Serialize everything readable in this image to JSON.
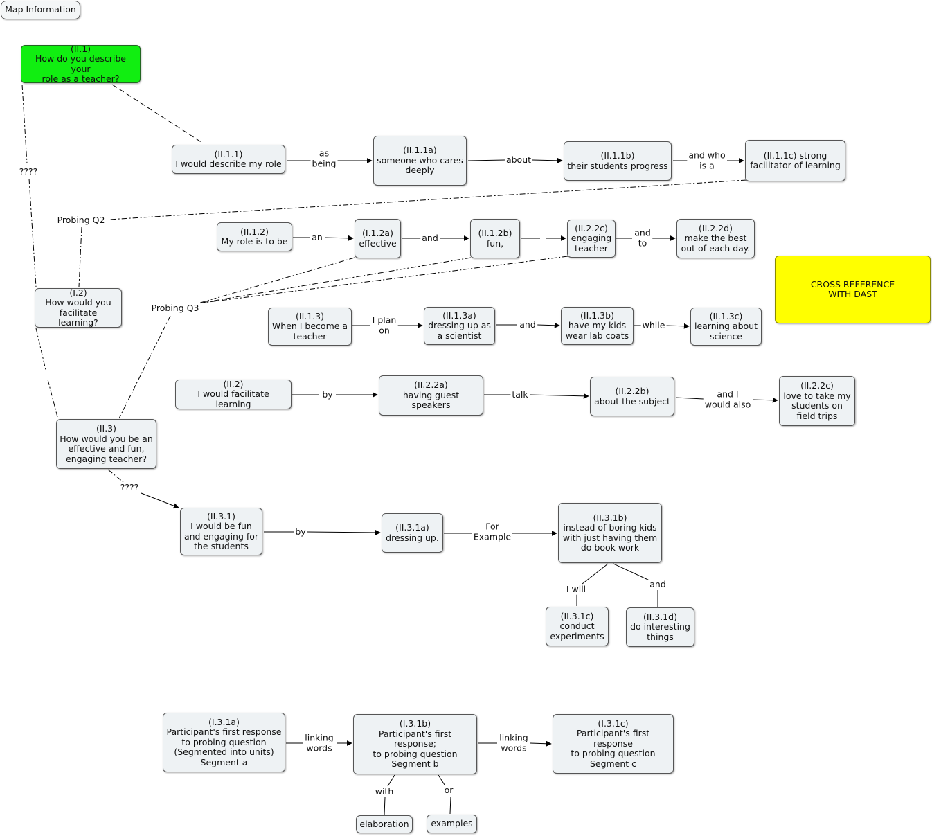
{
  "map_info": "Map Information",
  "nodes": {
    "ii1": "(II.1)\nHow do you describe your\nrole as a teacher?",
    "ii11": "(II.1.1)\nI would describe my role",
    "ii11a": "(II.1.1a)\nsomeone who cares\ndeeply",
    "ii11b": "(II.1.1b)\ntheir students progress",
    "ii11c": "(II.1.1c) strong\nfacilitator of learning",
    "ii12": "(II.1.2)\nMy role is to be",
    "i12a": "(I.1.2a)\neffective",
    "ii12b": "(II.1.2b)\nfun,",
    "ii22c_top": "(II.2.2c)\nengaging\nteacher",
    "ii22d": "(II.2.2d)\nmake the best\nout of each day.",
    "cross": "CROSS REFERENCE\nWITH DAST",
    "i2": "(I.2)\nHow would you\nfacilitate learning?",
    "ii13": "(II.1.3)\nWhen I become a\nteacher",
    "ii13a": "(II.1.3a)\ndressing up as\na scientist",
    "ii13b": "(II.1.3b)\nhave my kids\nwear lab coats",
    "ii13c": "(II.1.3c)\nlearning about\nscience",
    "ii2": "(II.2)\nI would facilitate learning",
    "ii22a": "(II.2.2a)\nhaving guest speakers",
    "ii22b": "(II.2.2b)\nabout the subject",
    "ii22c": "(II.2.2c)\nlove to take my\nstudents on\nfield trips",
    "ii3": "(II.3)\nHow would you be an\neffective and fun,\nengaging teacher?",
    "ii31": "(II.3.1)\nI would be fun\nand engaging for\nthe students",
    "ii31a": "(II.3.1a)\ndressing up.",
    "ii31b": "(II.3.1b)\ninstead of boring kids\nwith just having them\ndo book work",
    "ii31c": "(II.3.1c)\nconduct\nexperiments",
    "ii31d": "(II.3.1d)\ndo interesting\nthings",
    "i31a": "(I.3.1a)\nParticipant's first response\nto probing question\n(Segmented into units)\nSegment a",
    "i31b": "(I.3.1b)\nParticipant's first response;\nto probing question\nSegment b",
    "i31c": "(I.3.1c)\nParticipant's first response\nto probing question\nSegment c",
    "elaboration": "elaboration",
    "examples": "examples"
  },
  "labels": {
    "q4a": "????",
    "probing_q2": "Probing Q2",
    "probing_q3": "Probing Q3",
    "q4b": "????",
    "as_being": "as\nbeing",
    "about": "about",
    "and_who_is_a": "and who\nis a",
    "an": "an",
    "and1": "and",
    "and_to": "and\nto",
    "i_plan_on": "I plan\non",
    "and2": "and",
    "while": "while",
    "by1": "by",
    "talk": "talk",
    "and_i_would_also": "and I\nwould also",
    "by2": "by",
    "for_example": "For\nExample",
    "i_will": "I will",
    "and3": "and",
    "linking_words1": "linking\nwords",
    "linking_words2": "linking\nwords",
    "with": "with",
    "or": "or"
  }
}
